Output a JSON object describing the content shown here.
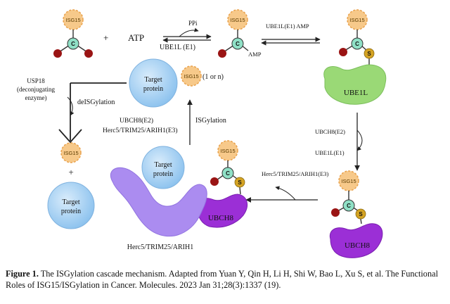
{
  "labels": {
    "isg15": "ISG15",
    "plus": "+",
    "atp": "ATP",
    "ppi": "PPi",
    "ube1l_e1_spaced": "UBE1L  (E1)",
    "amp": "AMP",
    "ube1l_e1_amp": "UBE1L(E1)  AMP",
    "c": "C",
    "s": "S",
    "ube1l": "UBE1L",
    "target": "Target",
    "protein": "protein",
    "one_or_n": "(1 or n)",
    "usp18_1": "USP18",
    "usp18_2": "(deconjugating",
    "usp18_3": "enzyme)",
    "deisgylation": "deISGylation",
    "ubch8_e2": "UBCH8(E2)",
    "e3_full": "Herc5/TRIM25/ARIH1(E3)",
    "isgylation": "ISGylation",
    "ubch8_e2_right": "UBCH8(E2)",
    "ube1l_e1_right": "UBE1L(E1)",
    "e3_mid": "Herc5/TRIM25/ARIH1(E3)",
    "ubch8": "UBCH8",
    "herc5": "Herc5/TRIM25/ARIH1"
  },
  "caption": {
    "label": "Figure 1.",
    "text": " The ISGylation cascade mechanism. Adapted from Yuan Y, Qin H, Li H, Shi W, Bao L, Xu S, et al. The Functional Roles of ISG15/ISGylation in Cancer. Molecules. 2023 Jan 31;28(3):1337 (19)."
  },
  "colors": {
    "isg15_fill": "#f7c98a",
    "isg15_edge": "#e9a24d",
    "carbon": "#8fe0c6",
    "oxygen": "#9a1414",
    "sulfur": "#d4a323",
    "ube1l": "#9ad976",
    "ubch8": "#9b2fd6",
    "herc5": "#ab8cf0",
    "target": "#a9d3f3"
  }
}
